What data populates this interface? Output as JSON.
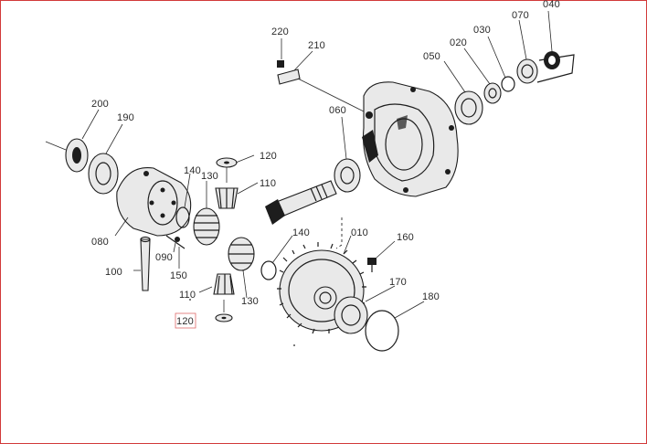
{
  "diagram": {
    "callouts": [
      {
        "id": "p040",
        "label": "040"
      },
      {
        "id": "p070",
        "label": "070"
      },
      {
        "id": "p030",
        "label": "030"
      },
      {
        "id": "p020",
        "label": "020"
      },
      {
        "id": "p050",
        "label": "050"
      },
      {
        "id": "p220",
        "label": "220"
      },
      {
        "id": "p210",
        "label": "210"
      },
      {
        "id": "p060",
        "label": "060"
      },
      {
        "id": "p200",
        "label": "200"
      },
      {
        "id": "p190",
        "label": "190"
      },
      {
        "id": "p120a",
        "label": "120"
      },
      {
        "id": "p110a",
        "label": "110"
      },
      {
        "id": "p140a",
        "label": "140"
      },
      {
        "id": "p130a",
        "label": "130"
      },
      {
        "id": "p080",
        "label": "080"
      },
      {
        "id": "p090",
        "label": "090"
      },
      {
        "id": "p100",
        "label": "100"
      },
      {
        "id": "p150",
        "label": "150"
      },
      {
        "id": "p110b",
        "label": "110"
      },
      {
        "id": "p130b",
        "label": "130"
      },
      {
        "id": "p120b",
        "label": "120",
        "highlighted": true
      },
      {
        "id": "p140b",
        "label": "140"
      },
      {
        "id": "p010",
        "label": "010"
      },
      {
        "id": "p160",
        "label": "160"
      },
      {
        "id": "p170",
        "label": "170"
      },
      {
        "id": "p180",
        "label": "180"
      }
    ],
    "colors": {
      "ink": "#1d1d1d",
      "frame": "#d23a3a",
      "highlight": "#e06a6a"
    }
  }
}
